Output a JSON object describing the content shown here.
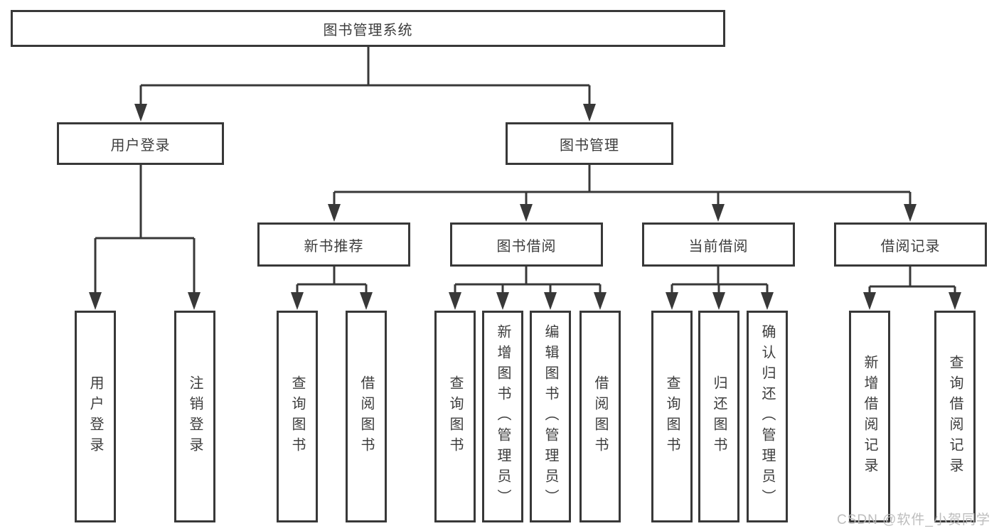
{
  "tree": {
    "root": "图书管理系统",
    "children": [
      {
        "label": "用户登录",
        "children": [
          "用户登录",
          "注销登录"
        ]
      },
      {
        "label": "图书管理",
        "children": [
          {
            "label": "新书推荐",
            "children": [
              "查询图书",
              "借阅图书"
            ]
          },
          {
            "label": "图书借阅",
            "children": [
              "查询图书",
              "新增图书（管理员）",
              "编辑图书（管理员）",
              "借阅图书"
            ]
          },
          {
            "label": "当前借阅",
            "children": [
              "查询图书",
              "归还图书",
              "确认归还（管理员）"
            ]
          },
          {
            "label": "借阅记录",
            "children": [
              "新增借阅记录",
              "查询借阅记录"
            ]
          }
        ]
      }
    ]
  },
  "watermark": "CSDN @软件_小贺同学",
  "colors": {
    "line": "#383838",
    "text": "#3d3d3d",
    "background": "#ffffff",
    "watermark": "#b9b9b9"
  }
}
